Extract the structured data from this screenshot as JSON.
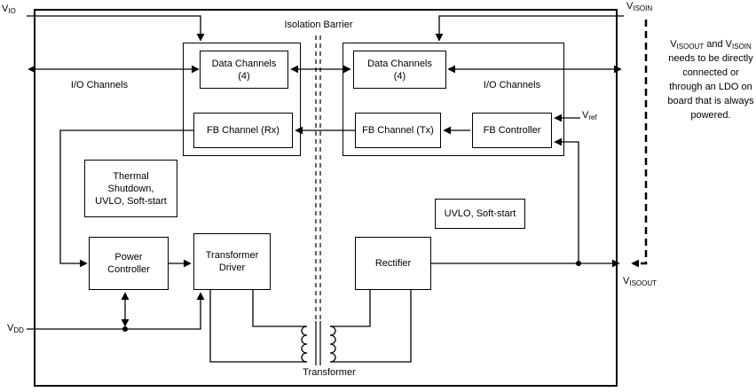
{
  "diagram": {
    "isolation_barrier_label": "Isolation Barrier",
    "transformer_label": "Transformer"
  },
  "labels": {
    "io_channels_left": "I/O Channels",
    "io_channels_right": "I/O Channels"
  },
  "pins": {
    "vio": {
      "base": "V",
      "sub": "IO"
    },
    "vdd": {
      "base": "V",
      "sub": "DD"
    },
    "visoin": {
      "base": "V",
      "sub": "ISOIN"
    },
    "visoout": {
      "base": "V",
      "sub": "ISOOUT"
    },
    "vref": {
      "base": "V",
      "sub": "ref"
    }
  },
  "blocks": {
    "data_channels_left": {
      "line1": "Data Channels",
      "line2": "(4)"
    },
    "data_channels_right": {
      "line1": "Data Channels",
      "line2": "(4)"
    },
    "fb_channel_rx": "FB Channel (Rx)",
    "fb_channel_tx": "FB Channel (Tx)",
    "fb_controller": "FB Controller",
    "thermal": {
      "line1": "Thermal",
      "line2": "Shutdown,",
      "line3": "UVLO, Soft-start"
    },
    "power_controller": {
      "line1": "Power",
      "line2": "Controller"
    },
    "transformer_driver": {
      "line1": "Transformer",
      "line2": "Driver"
    },
    "uvlo_soft_start": "UVLO, Soft-start",
    "rectifier": "Rectifier"
  },
  "note": {
    "v1_base": "V",
    "v1_sub": "ISOOUT",
    "mid1": " and ",
    "v2_base": "V",
    "v2_sub": "ISOIN",
    "rest": " needs to be directly connected or through an LDO on board that is always powered."
  },
  "colors": {
    "line": "#000000",
    "background": "#ffffff"
  }
}
